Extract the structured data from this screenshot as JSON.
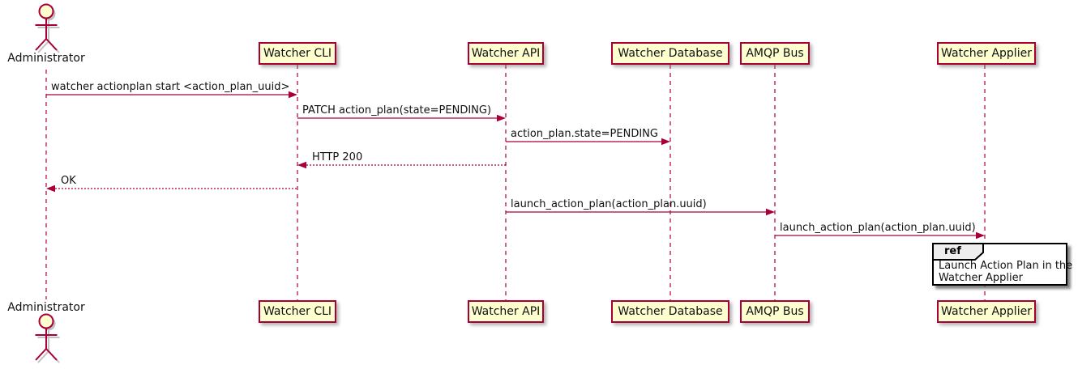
{
  "actor": {
    "label": "Administrator"
  },
  "participants": [
    {
      "label": "Watcher CLI"
    },
    {
      "label": "Watcher API"
    },
    {
      "label": "Watcher Database"
    },
    {
      "label": "AMQP Bus"
    },
    {
      "label": "Watcher Applier"
    }
  ],
  "messages": [
    {
      "from": "Administrator",
      "to": "Watcher CLI",
      "label": "watcher actionplan start <action_plan_uuid>",
      "line": "solid",
      "direction": "right"
    },
    {
      "from": "Watcher CLI",
      "to": "Watcher API",
      "label": "PATCH action_plan(state=PENDING)",
      "line": "solid",
      "direction": "right"
    },
    {
      "from": "Watcher API",
      "to": "Watcher Database",
      "label": "action_plan.state=PENDING",
      "line": "solid",
      "direction": "right"
    },
    {
      "from": "Watcher API",
      "to": "Watcher CLI",
      "label": "HTTP 200",
      "line": "dotted",
      "direction": "left"
    },
    {
      "from": "Watcher CLI",
      "to": "Administrator",
      "label": "OK",
      "line": "dotted",
      "direction": "left"
    },
    {
      "from": "Watcher API",
      "to": "AMQP Bus",
      "label": "launch_action_plan(action_plan.uuid)",
      "line": "solid",
      "direction": "right"
    },
    {
      "from": "AMQP Bus",
      "to": "Watcher Applier",
      "label": "launch_action_plan(action_plan.uuid)",
      "line": "solid",
      "direction": "right"
    }
  ],
  "ref": {
    "tag": "ref",
    "line1": "Launch Action Plan in the",
    "line2": "Watcher Applier"
  },
  "colors": {
    "accent": "#A80036",
    "participant_fill": "#FEFECE",
    "ref_tab_fill": "#EEEEEE",
    "frame_border": "#000000",
    "text": "#000000"
  }
}
